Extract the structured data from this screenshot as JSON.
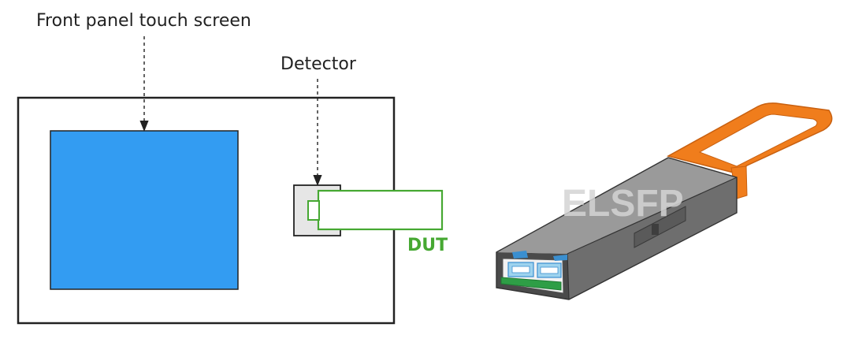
{
  "labels": {
    "front_panel_screen": "Front panel touch screen",
    "detector": "Detector",
    "dut": "DUT",
    "module_watermark": "ELSFP"
  },
  "colors": {
    "outline": "#222222",
    "screen_fill": "#339cf2",
    "detector_fill": "#e6e6e6",
    "dut_stroke": "#46a832",
    "module_body": "#8a8a8a",
    "module_handle": "#f07d1c",
    "module_pcb": "#2e9e46",
    "connector": "#3a8fd0"
  },
  "icons": {
    "module_picture": "elsfp-module-illustration"
  }
}
